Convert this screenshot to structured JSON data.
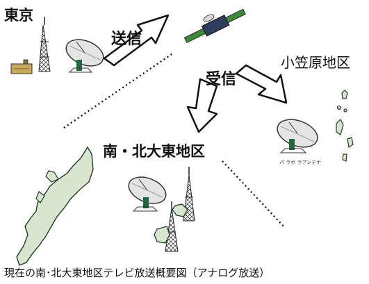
{
  "labels": {
    "tokyo": "東京",
    "send": "送信",
    "receive": "受信",
    "ogasawara": "小笠原地区",
    "minami_kita_daito": "南・北大東地区"
  },
  "caption": "現在の南･北大東地区テレビ放送概要図（アナログ放送）",
  "colors": {
    "line": "#111111",
    "dish": "#e4e4e4",
    "mount_green": "#1e6b3c",
    "satellite_body": "#2f3d5c",
    "satellite_panel": "#3d8a3a",
    "island_fill": "#d8e6cf",
    "island_stroke": "#1e3d1e",
    "building": "#c9a95a"
  },
  "icons": [
    "transmission-tower-icon",
    "parabolic-antenna-icon",
    "satellite-icon",
    "arrow-icon",
    "island-map-icon",
    "studio-building-icon"
  ]
}
